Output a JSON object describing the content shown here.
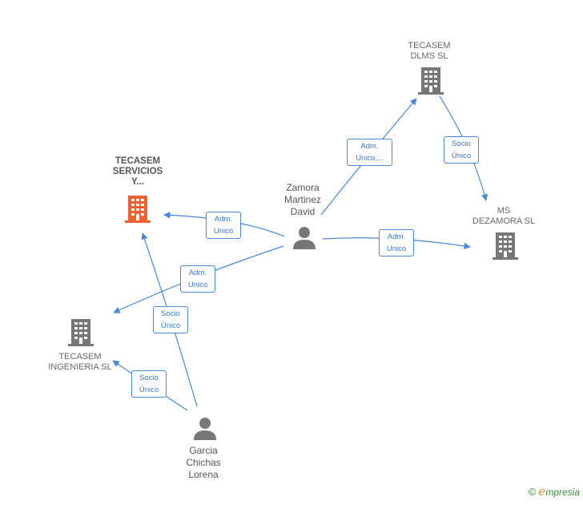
{
  "nodes": {
    "tecasem_servicios": {
      "label": "TECASEM\nSERVICIOS\nY..."
    },
    "tecasem_dlms": {
      "label": "TECASEM\nDLMS  SL"
    },
    "ms_dezamora": {
      "label": "MS\nDEZAMORA  SL"
    },
    "tecasem_ingenieria": {
      "label": "TECASEM\nINGENIERIA SL"
    },
    "zamora": {
      "label": "Zamora\nMartinez\nDavid"
    },
    "garcia": {
      "label": "Garcia\nChichas\nLorena"
    }
  },
  "edges": {
    "zamora_dlms": "Adm.\nUnico,...",
    "dlms_dezamora": "Socio\nÚnico",
    "zamora_servicios": "Adm.\nUnico",
    "zamora_dezamora": "Adm.\nUnico",
    "zamora_ingenieria": "Adm.\nUnico",
    "garcia_servicios": "Socio\nÚnico",
    "garcia_ingenieria": "Socio\nÚnico"
  },
  "colors": {
    "company": "#777777",
    "main_company": "#f06030",
    "person": "#777777",
    "edge": "#4a88d8"
  },
  "brand": {
    "copyright": "©",
    "e": "e",
    "rest": "mpresia"
  }
}
